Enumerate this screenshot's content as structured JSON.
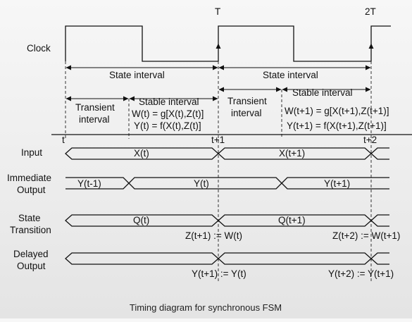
{
  "rows": {
    "clock": "Clock",
    "input": "Input",
    "immediate_output": [
      "Immediate",
      "Output"
    ],
    "state_transition": [
      "State",
      "Transition"
    ],
    "delayed_output": [
      "Delayed",
      "Output"
    ]
  },
  "markers": {
    "T": "T",
    "T2": "2T",
    "t": "t",
    "t1": "t+1",
    "t2": "t+2"
  },
  "intervals": {
    "state_1": "State interval",
    "state_2": "State interval",
    "transient_1": [
      "Transient",
      "interval"
    ],
    "transient_2": [
      "Transient",
      "interval"
    ],
    "stable_1": "Stable interval",
    "stable_2": "Stable interval"
  },
  "equations": {
    "w_t": "W(t) = g[X(t),Z(t)]",
    "y_t": "Y(t) = f(X(t),Z(t)]",
    "w_t1": "W(t+1) = g[X(t+1),Z(t+1)]",
    "y_t1": "Y(t+1) = f(X(t+1),Z(t+1)]"
  },
  "signals": {
    "input_1": "X(t)",
    "input_2": "X(t+1)",
    "imm_prev": "Y(t-1)",
    "imm_1": "Y(t)",
    "imm_2": "Y(t+1)",
    "state_1": "Q(t)",
    "state_2": "Q(t+1)",
    "z_t1": "Z(t+1) := W(t)",
    "z_t2": "Z(t+2) := W(t+1)",
    "y_t1": "Y(t+1) := Y(t)",
    "y_t2": "Y(t+2) := Y(t+1)"
  },
  "caption": "Timing diagram for synchronous FSM"
}
